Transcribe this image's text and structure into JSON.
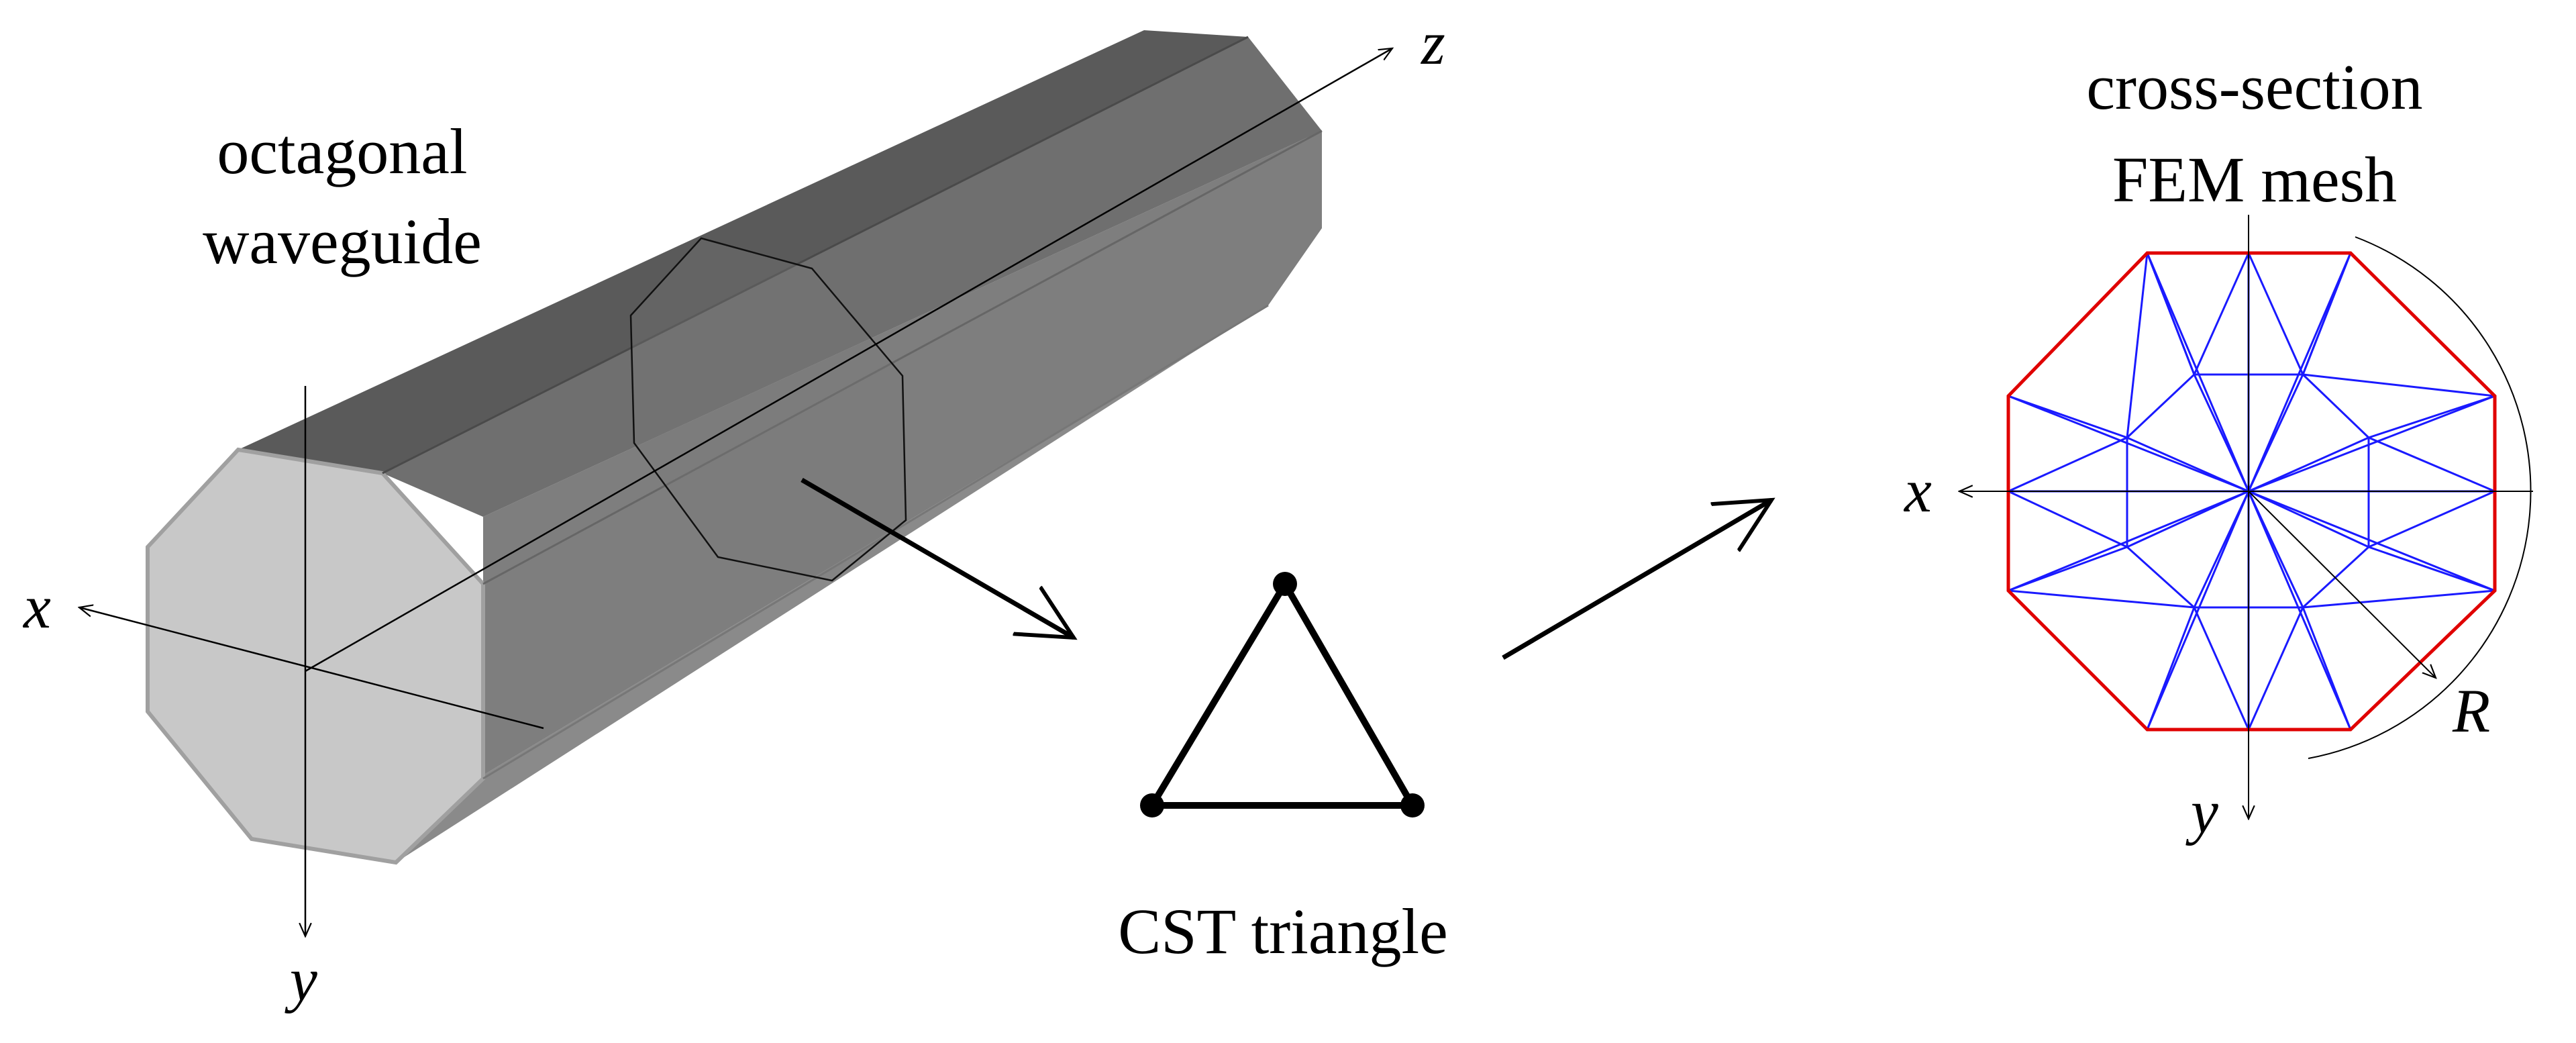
{
  "labels": {
    "waveguide_line1": "octagonal",
    "waveguide_line2": "waveguide",
    "cst": "CST triangle",
    "mesh_line1": "cross-section",
    "mesh_line2": "FEM mesh"
  },
  "axes": {
    "x": "x",
    "y": "y",
    "z": "z",
    "radius": "R"
  },
  "colors": {
    "waveguide_face_front": "#c8c8c8",
    "waveguide_face_side": "#7e7e7e",
    "waveguide_face_top": "#5c5c5c",
    "mesh_outline": "#e00000",
    "mesh_lines": "#1a1aff"
  }
}
